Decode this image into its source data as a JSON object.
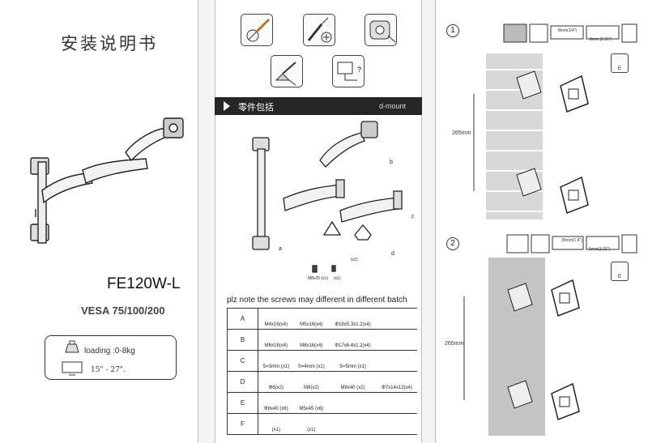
{
  "cover": {
    "title": "安装说明书",
    "model": "FE120W-L",
    "vesa": "VESA 75/100/200",
    "spec_load": "loading :0-8kg",
    "spec_size": "15\" - 27\"."
  },
  "parts": {
    "heading": "零件包括",
    "brand": "d-mount",
    "labels": {
      "a": "a",
      "b": "b",
      "c": "c",
      "d": "d"
    },
    "d_qty": "(x2)",
    "bolt1": "M8x25 (x1)",
    "bolt2": "(x1)",
    "note": "plz note the screws may different in different batch",
    "screw_table": [
      {
        "row": "A",
        "items": [
          "M4x16(x4)",
          "M5x16(x4)",
          "Φ18x5.3x1.2(x4)"
        ]
      },
      {
        "row": "B",
        "items": [
          "M6x16(x4)",
          "M8x16(x4)",
          "Φ17x6.4x1.2(x4)"
        ]
      },
      {
        "row": "C",
        "items": [
          "S=3mm (x1)",
          "S=4mm (x1)",
          "S=5mm (x1)"
        ]
      },
      {
        "row": "D",
        "items": [
          "Φ6(x2)",
          "M8(x2)",
          "M8x40 (x2)",
          "Φ7x14x12(x4)"
        ]
      },
      {
        "row": "E",
        "items": [
          "Φ8x40 (x6)",
          "M5x45 (x6)"
        ]
      },
      {
        "row": "F",
        "items": [
          "(x1)",
          "(x1)"
        ]
      }
    ]
  },
  "steps": [
    {
      "num": "1",
      "dim": "265mm",
      "tape1": "8mm(1/4\")",
      "tape2": "8mm (2.21\")",
      "badge": "E"
    },
    {
      "num": "2",
      "dim": "265mm",
      "tape1": "35mm(1.4\")",
      "tape2": "6mm(2.21\")",
      "badge": "E"
    }
  ],
  "colors": {
    "band": "#262626",
    "ink": "#222222",
    "wall": "#bdbdbd"
  }
}
